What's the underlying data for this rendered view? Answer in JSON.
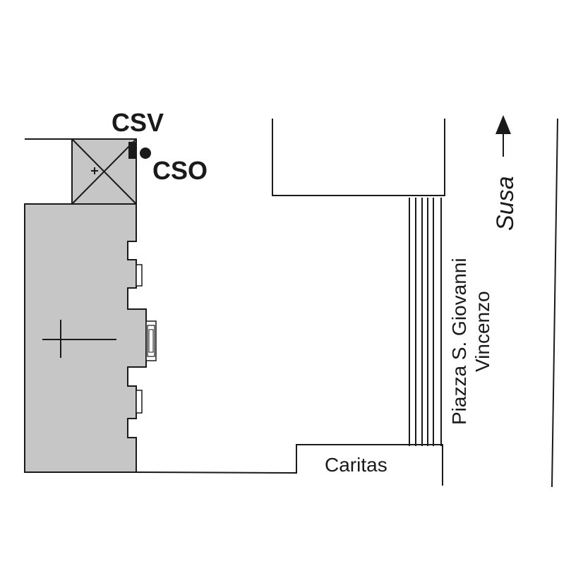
{
  "labels": {
    "csv": "CSV",
    "cso": "CSO",
    "caritas": "Caritas",
    "piazza_line1": "Piazza S. Giovanni",
    "piazza_line2": "Vincenzo",
    "street": "Susa"
  },
  "colors": {
    "building_fill": "#c6c6c6",
    "line": "#1a1a1a",
    "background": "#ffffff"
  },
  "icons": {
    "church": "latin-cross-icon",
    "direction": "arrow-up-icon",
    "csv_marker": "square-marker-icon",
    "cso_marker": "circle-marker-icon"
  }
}
